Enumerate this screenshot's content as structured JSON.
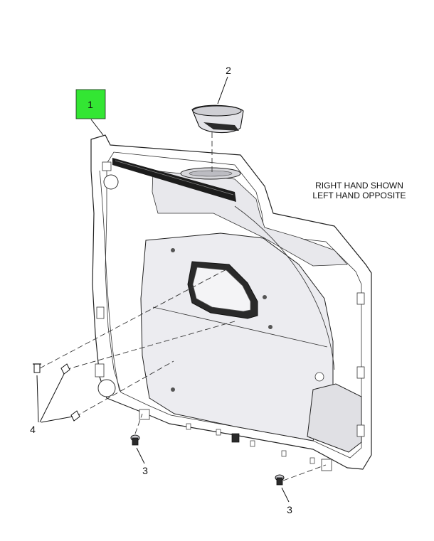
{
  "callouts": [
    {
      "id": "1",
      "label": "1"
    },
    {
      "id": "2",
      "label": "2"
    },
    {
      "id": "3a",
      "label": "3"
    },
    {
      "id": "3b",
      "label": "3"
    },
    {
      "id": "4",
      "label": "4"
    }
  ],
  "note": {
    "line1": "RIGHT HAND SHOWN",
    "line2": "LEFT HAND OPPOSITE"
  },
  "colors": {
    "highlight": "#33e633",
    "panel_fill": "#f4f4f6",
    "panel_shade": "#e6e6ea",
    "dark_part": "#1c1c1c"
  }
}
